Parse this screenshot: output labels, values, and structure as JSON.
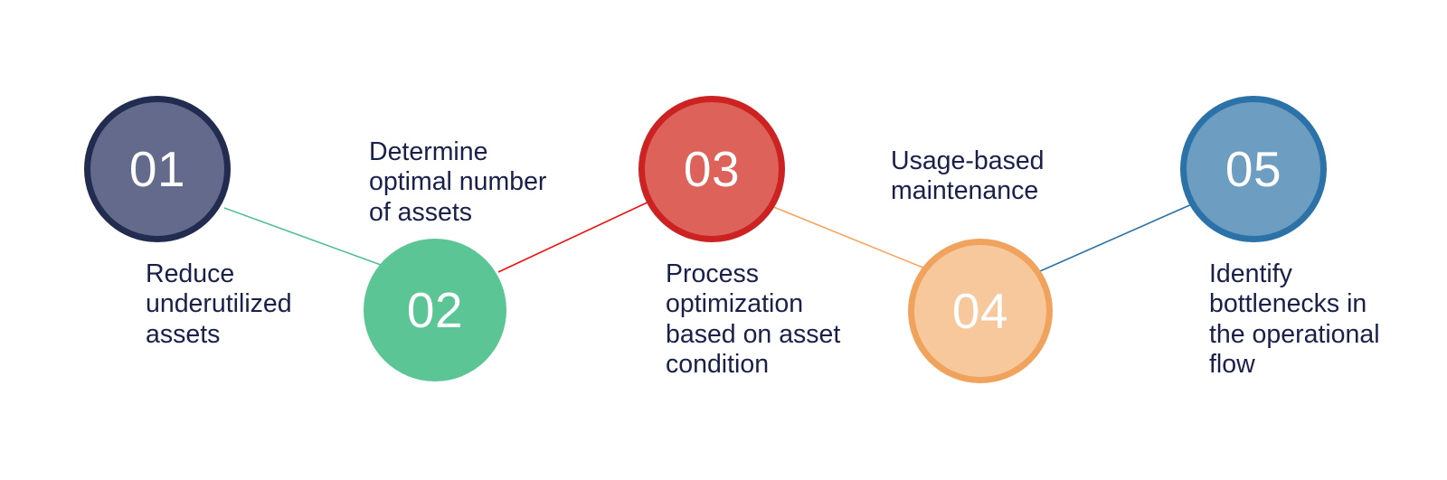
{
  "diagram": {
    "type": "process-flow",
    "orientation": "horizontal-zigzag",
    "background_color": "#ffffff",
    "caption_text_color": "#19204a",
    "node_number_color": "#ffffff",
    "steps": [
      {
        "number": "01",
        "caption": "Reduce\nunderutilized\nassets",
        "fill_color": "#646a8c",
        "border_color": "#212c50",
        "caption_position": "below"
      },
      {
        "number": "02",
        "caption": "Determine\noptimal number\nof assets",
        "fill_color": "#5cc596",
        "border_color": "#5cc596",
        "caption_position": "above"
      },
      {
        "number": "03",
        "caption": "Process\noptimization\nbased on asset\ncondition",
        "fill_color": "#dd6259",
        "border_color": "#cc2222",
        "caption_position": "below"
      },
      {
        "number": "04",
        "caption": "Usage-based\nmaintenance",
        "fill_color": "#f7c89b",
        "border_color": "#f0a35c",
        "caption_position": "above"
      },
      {
        "number": "05",
        "caption": "Identify\nbottlenecks in\nthe operational\nflow",
        "fill_color": "#6d9dc0",
        "border_color": "#2b72a8",
        "caption_position": "below"
      }
    ],
    "connectors": [
      {
        "from": "01",
        "to": "02",
        "color": "#4fbf8f",
        "width": 1.6
      },
      {
        "from": "02",
        "to": "03",
        "color": "#ee1111",
        "width": 1.6
      },
      {
        "from": "03",
        "to": "04",
        "color": "#f5a55c",
        "width": 1.6
      },
      {
        "from": "04",
        "to": "05",
        "color": "#2b72a8",
        "width": 1.6
      }
    ]
  }
}
